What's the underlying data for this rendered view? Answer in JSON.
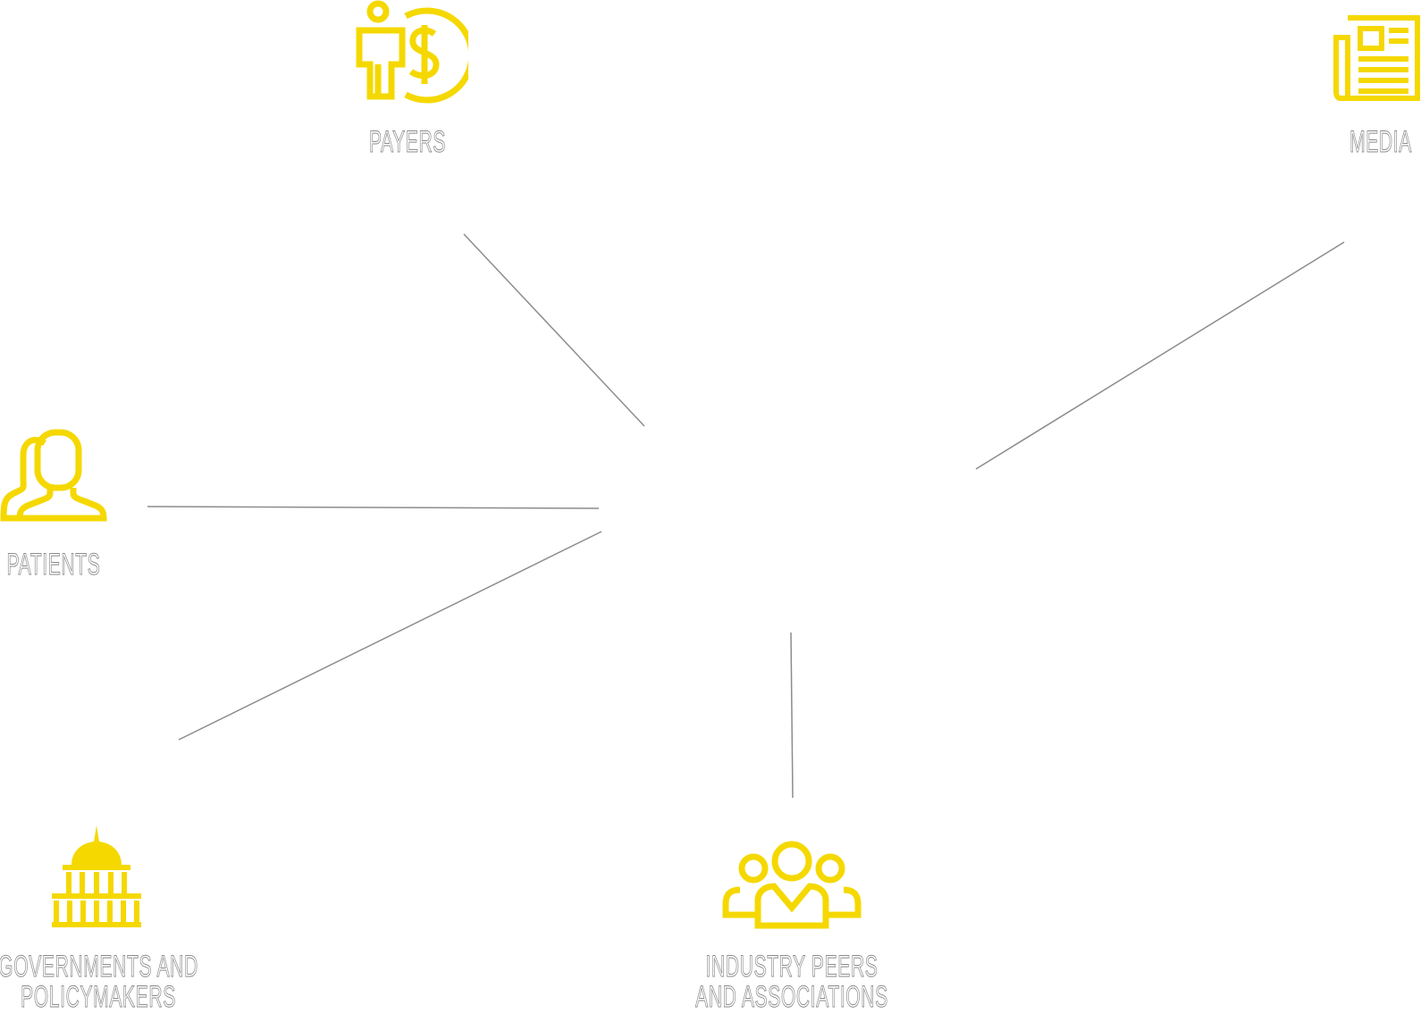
{
  "accent_color": "#f5d800",
  "line_color": "#8c8c8c",
  "nodes": {
    "payers": {
      "label": "PAYERS",
      "icon": "person-dollar-icon"
    },
    "media": {
      "label": "MEDIA",
      "icon": "newspaper-icon"
    },
    "patients": {
      "label": "PATIENTS",
      "icon": "patients-icon"
    },
    "governments": {
      "label_line1": "GOVERNMENTS AND",
      "label_line2": "POLICYMAKERS",
      "icon": "capitol-building-icon"
    },
    "industry": {
      "label_line1": "INDUSTRY PEERS",
      "label_line2": "AND ASSOCIATIONS",
      "icon": "group-icon"
    }
  }
}
